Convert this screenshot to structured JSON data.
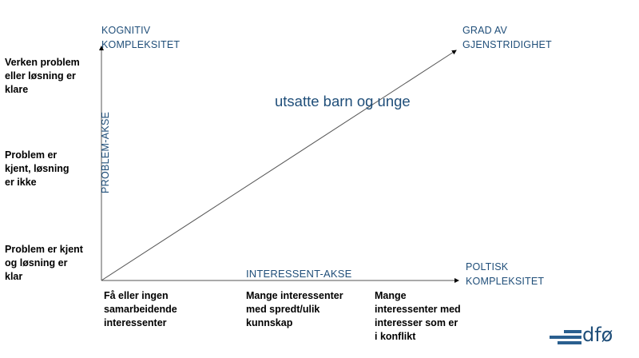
{
  "axes": {
    "y_top_label": [
      "KOGNITIV",
      "KOMPLEKSITET"
    ],
    "diagonal_label": [
      "GRAD AV",
      "GJENSTRIDIGHET"
    ],
    "x_right_label": [
      "POLTISK",
      "KOMPLEKSITET"
    ],
    "vertical_axis_name": "PROBLEM-AKSE",
    "horizontal_axis_name": "INTERESSENT-AKSE"
  },
  "centre_title": "utsatte barn og unge",
  "y_levels": [
    [
      "Verken problem",
      "eller løsning er",
      "klare"
    ],
    [
      "Problem er",
      "kjent, løsning",
      "er ikke"
    ],
    [
      "Problem er kjent",
      "og løsning er",
      "klar"
    ]
  ],
  "x_levels": [
    [
      "Få eller ingen",
      "samarbeidende",
      "interessenter"
    ],
    [
      "Mange interessenter",
      "med spredt/ulik",
      "kunnskap"
    ],
    [
      "Mange",
      "interessenter med",
      "interesser som er",
      "i konflikt"
    ]
  ],
  "logo": {
    "text": "dfø",
    "color": "#1f4e79"
  },
  "colors": {
    "axis_label_blue": "#1f4e79",
    "line": "#404040",
    "body_text": "#000000"
  }
}
